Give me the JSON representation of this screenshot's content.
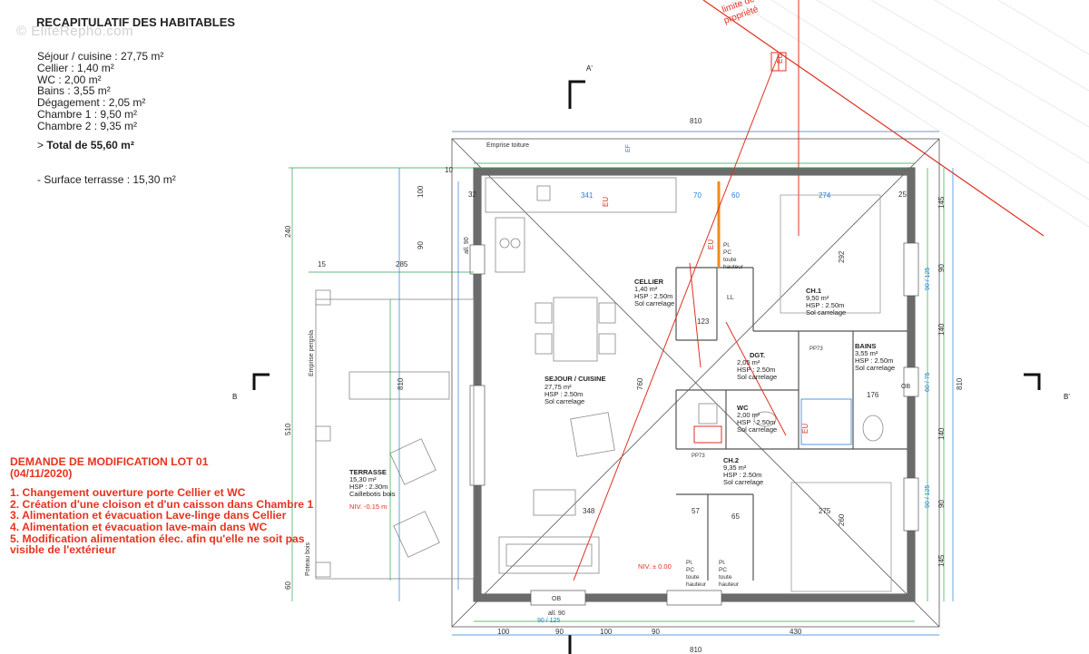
{
  "watermark": "© EliteRepho.com",
  "summary": {
    "title": "RECAPITULATIF DES HABITABLES",
    "items": [
      "Séjour / cuisine : 27,75 m²",
      "Cellier : 1,40 m²",
      "WC : 2,00 m²",
      "Bains : 3,55 m²",
      "Dégagement : 2,05 m²",
      "Chambre 1 : 9,50 m²",
      "Chambre 2 : 9,35 m²"
    ],
    "total_prefix": "> ",
    "total": "Total de 55,60 m²",
    "terrace": "- Surface terrasse : 15,30 m²"
  },
  "request": {
    "title": "DEMANDE DE MODIFICATION LOT 01",
    "date": "(04/11/2020)",
    "items": [
      "1. Changement ouverture porte Cellier et WC",
      "2. Création d'une cloison et d'un caisson dans Chambre 1",
      "3. Alimentation et évacuation Lave-linge dans Cellier",
      "4. Alimentation et évacuation lave-main dans WC",
      "5. Modification alimentation élec. afin qu'elle ne soit pas",
      "visible de l'extérieur"
    ]
  },
  "plan": {
    "section_labels": {
      "a": "A'",
      "b_left": "B",
      "b_right": "B'"
    },
    "limit_label": [
      "limite de",
      "propriété"
    ],
    "roof_label": "Emprise toiture",
    "pergola_label": "Emprise pergola",
    "poteau_label": "Poteau bois",
    "rooms": {
      "sejour": {
        "name": "SEJOUR / CUISINE",
        "area": "27,75 m²",
        "hsp": "HSP : 2.50m",
        "floor": "Sol carrelage"
      },
      "cellier": {
        "name": "CELLIER",
        "area": "1,40 m²",
        "hsp": "HSP : 2.50m",
        "floor": "Sol carrelage"
      },
      "ch1": {
        "name": "CH.1",
        "area": "9,50 m²",
        "hsp": "HSP : 2.50m",
        "floor": "Sol carrelage"
      },
      "bains": {
        "name": "BAINS",
        "area": "3,55 m²",
        "hsp": "HSP : 2.50m",
        "floor": "Sol carrelage"
      },
      "dgt": {
        "name": "DGT.",
        "area": "2,05 m²",
        "hsp": "HSP : 2.50m",
        "floor": "Sol carrelage"
      },
      "wc": {
        "name": "WC",
        "area": "2,00 m²",
        "hsp": "HSP : 2.50m",
        "floor": "Sol carrelage"
      },
      "ch2": {
        "name": "CH.2",
        "area": "9,35 m²",
        "hsp": "HSP : 2.50m",
        "floor": "Sol carrelage"
      },
      "terrasse": {
        "name": "TERRASSE",
        "area": "15,30 m²",
        "hsp": "HSP : 2.30m",
        "floor": "Caillebotis bois"
      }
    },
    "niv_terrasse": "NIV. -0.15 m",
    "niv_entree": "NIV. ± 0.00",
    "placard": [
      "Pl.",
      "PC",
      "toute",
      "hauteur"
    ],
    "ob": "OB",
    "all90": "all. 90",
    "dims_top": {
      "overall": "810",
      "d341": "341",
      "d70": "70",
      "d60": "60",
      "d274": "274"
    },
    "dims_bottom": [
      "100",
      "90",
      "100",
      "90",
      "430"
    ],
    "dims_bottom_overall": "810",
    "dims_right": {
      "overall": "810",
      "d145": "145",
      "d90": "90",
      "d140": "140",
      "d140b": "140",
      "d90b": "90",
      "d145b": "145"
    },
    "dims_left": {
      "d240": "240",
      "d100": "100",
      "d90": "90",
      "d810": "810",
      "d510": "510",
      "d60": "60",
      "d285": "285",
      "d15": "15"
    },
    "inner_dims": {
      "d123": "123",
      "d760": "760",
      "d176": "176",
      "d348": "348",
      "d275": "275",
      "d57": "57",
      "d65": "65",
      "d292": "292",
      "d260": "260",
      "d32": "32",
      "d25": "25",
      "d10": "10"
    },
    "window_labels": {
      "w1": "all. 90",
      "w2": "90 / 125",
      "w3": "60 / 75",
      "w4": "90 / 125"
    },
    "mini": {
      "pp73": "PP73",
      "eu": "EU",
      "ef": "EF",
      "ll": "LL"
    }
  }
}
